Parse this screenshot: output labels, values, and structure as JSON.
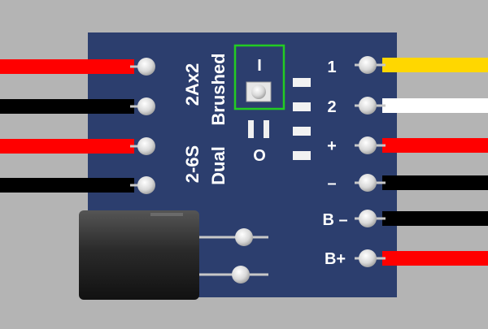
{
  "board": {
    "line1": "2Ax2",
    "line2": "Brushed",
    "line3": "2-6S",
    "line4": "Dual"
  },
  "switch": {
    "on_label": "I",
    "off_label": "O"
  },
  "right_pins": [
    {
      "label": "1",
      "wire_color": "#ffd700"
    },
    {
      "label": "2",
      "wire_color": "#ffffff"
    },
    {
      "label": "+",
      "wire_color": "#ff0000"
    },
    {
      "label": "–",
      "wire_color": "#000000"
    },
    {
      "label": "B –",
      "wire_color": "#000000"
    },
    {
      "label": "B+",
      "wire_color": "#ff0000"
    }
  ],
  "left_wires": [
    {
      "wire_color": "#ff0000"
    },
    {
      "wire_color": "#000000"
    },
    {
      "wire_color": "#ff0000"
    },
    {
      "wire_color": "#000000"
    }
  ],
  "colors": {
    "board": "#2c3e6e",
    "background": "#b4b4b4",
    "highlight": "#22cc22",
    "pad": "#e0e0e0"
  }
}
